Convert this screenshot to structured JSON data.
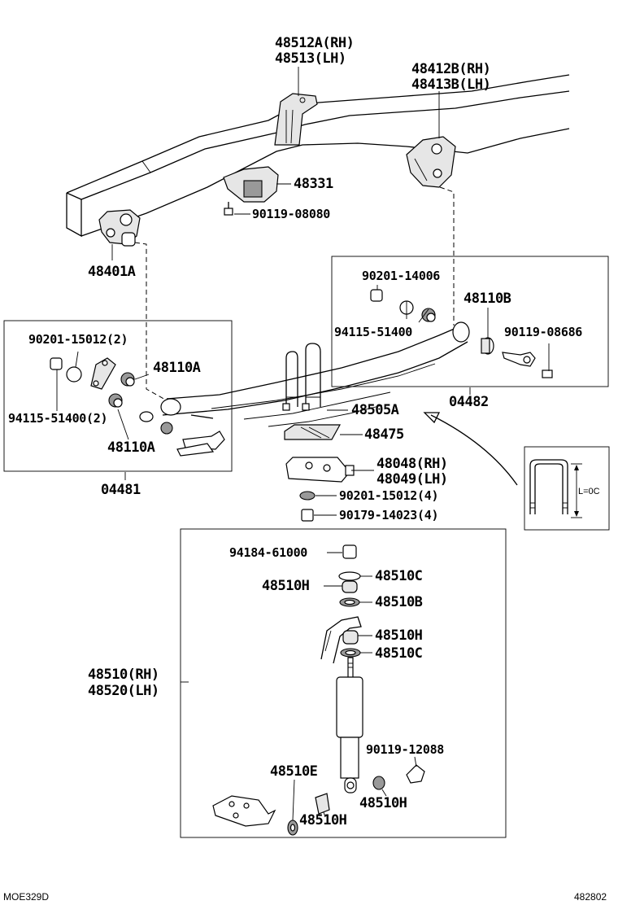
{
  "diagram": {
    "labels": {
      "l48512": "48512A(RH)",
      "l48513": "48513(LH)",
      "l48412": "48412B(RH)",
      "l48413": "48413B(LH)",
      "l48331": "48331",
      "l9011908080": "90119-08080",
      "l48401": "48401A",
      "l9020114006": "90201-14006",
      "l48110b": "48110B",
      "l9411551400r": "94115-51400",
      "l9011908686": "90119-08686",
      "l04482": "04482",
      "l9020115012a": "90201-15012(2)",
      "l48110a1": "48110A",
      "l9411551400l": "94115-51400(2)",
      "l48110a2": "48110A",
      "l04481": "04481",
      "l48505": "48505A",
      "l48475": "48475",
      "l48048": "48048(RH)",
      "l48049": "48049(LH)",
      "l9020115012b": "90201-15012(4)",
      "l9017914023": "90179-14023(4)",
      "lubolt": "L=0C",
      "l9418461000": "94184-61000",
      "l48510c1": "48510C",
      "l48510h1": "48510H",
      "l48510b": "48510B",
      "l48510h2": "48510H",
      "l48510c2": "48510C",
      "l48510rh": "48510(RH)",
      "l48520lh": "48520(LH)",
      "l9011912088": "90119-12088",
      "l48510e": "48510E",
      "l48510h3": "48510H",
      "l48510h4": "48510H"
    },
    "footer": {
      "left": "MOE329D",
      "right": "482802"
    }
  }
}
